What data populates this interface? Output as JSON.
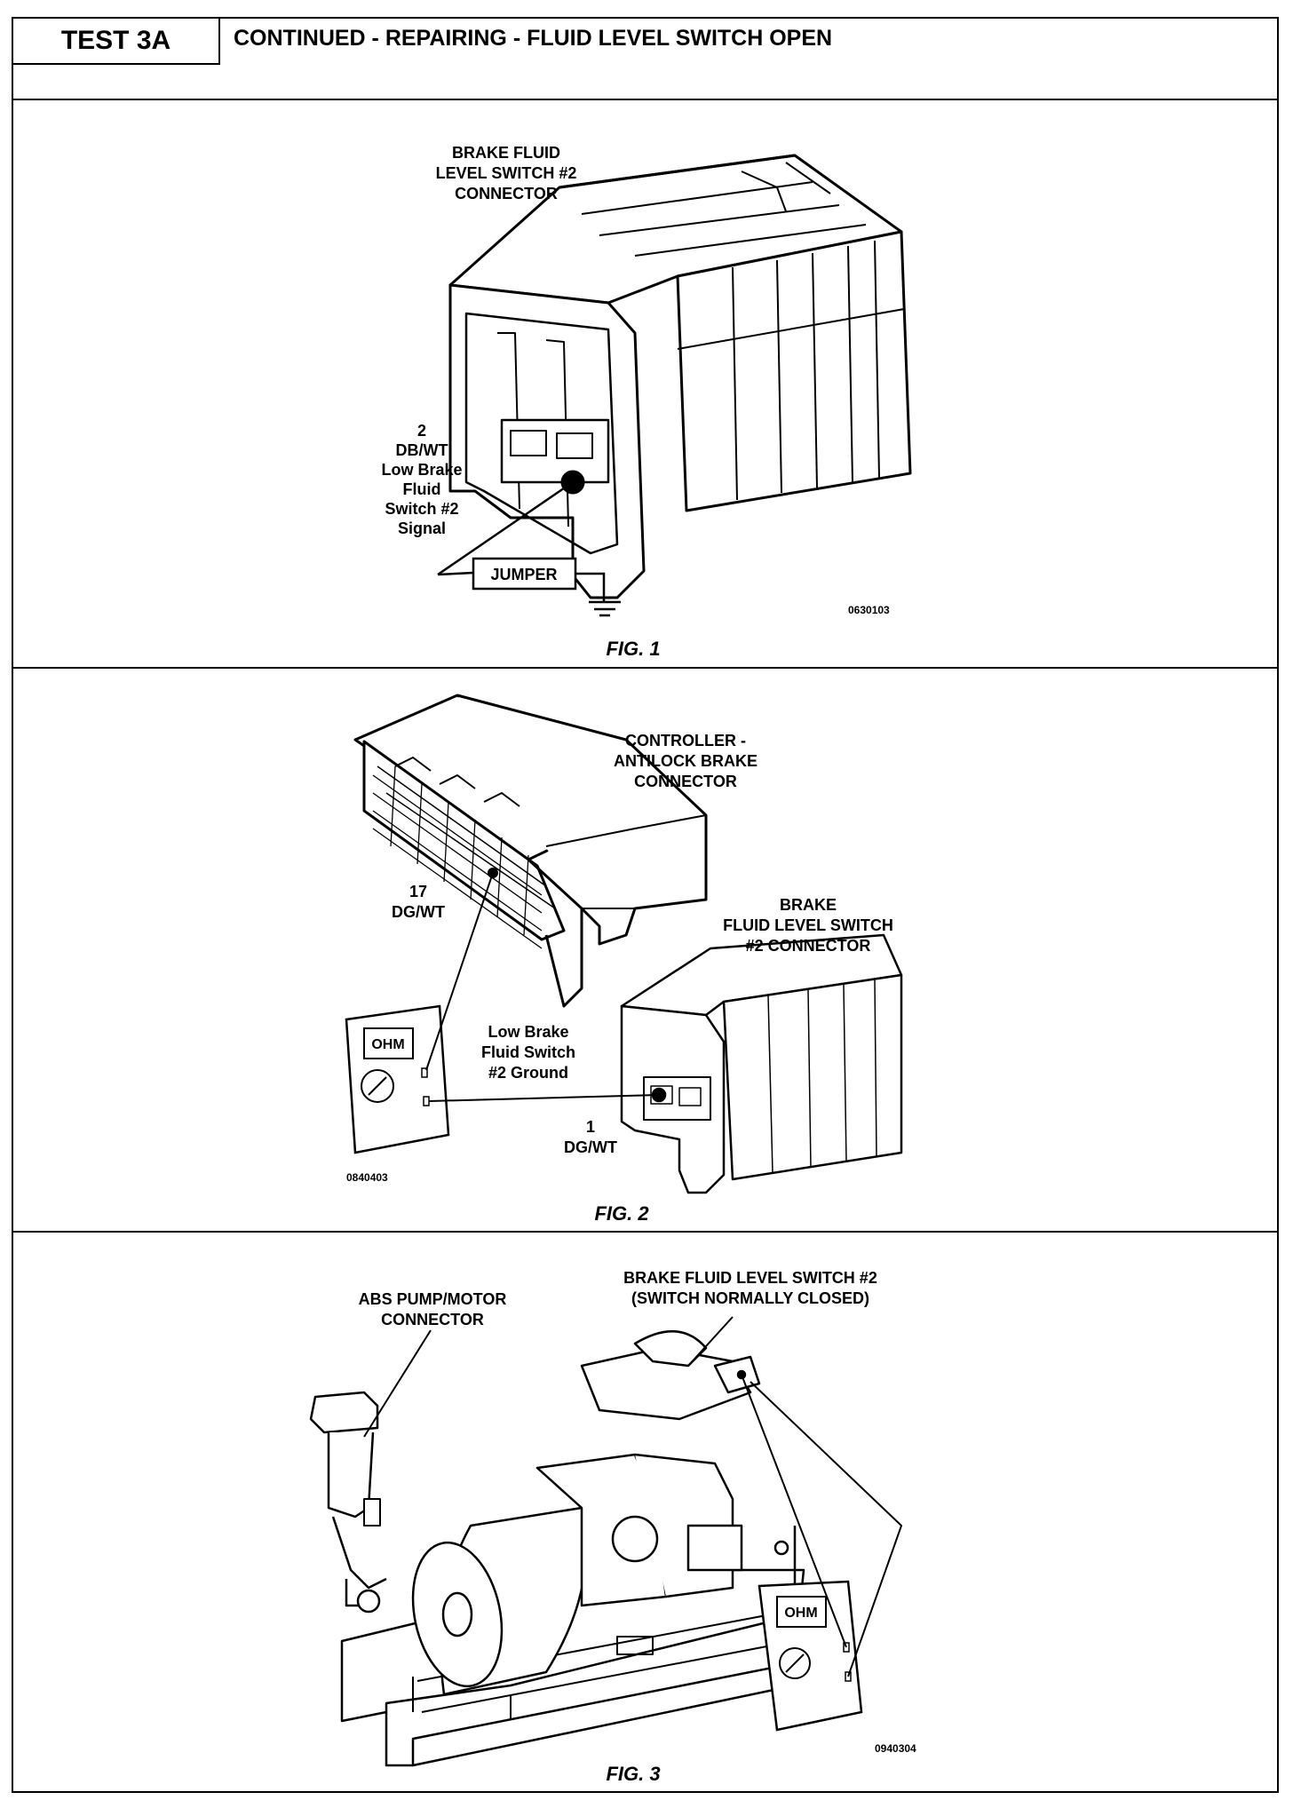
{
  "header": {
    "test_id": "TEST 3A",
    "title": "CONTINUED - REPAIRING - FLUID LEVEL SWITCH OPEN"
  },
  "fig1": {
    "connector_label": [
      "BRAKE FLUID",
      "LEVEL SWITCH #2",
      "CONNECTOR"
    ],
    "pin_label": [
      "2",
      "DB/WT",
      "Low Brake",
      "Fluid",
      "Switch #2",
      "Signal"
    ],
    "jumper": "JUMPER",
    "code": "0630103",
    "caption": "FIG. 1"
  },
  "fig2": {
    "controller_label": [
      "CONTROLLER -",
      "ANTILOCK BRAKE",
      "CONNECTOR"
    ],
    "controller_pin": [
      "17",
      "DG/WT"
    ],
    "switch_connector_label": [
      "BRAKE",
      "FLUID LEVEL SWITCH",
      "#2 CONNECTOR"
    ],
    "ground_label": [
      "Low Brake",
      "Fluid Switch",
      "#2 Ground"
    ],
    "switch_pin": [
      "1",
      "DG/WT"
    ],
    "meter_display": "OHM",
    "code": "0840403",
    "caption": "FIG. 2"
  },
  "fig3": {
    "switch_label": [
      "BRAKE FLUID LEVEL SWITCH #2",
      "(SWITCH NORMALLY CLOSED)"
    ],
    "pump_label": [
      "ABS PUMP/MOTOR",
      "CONNECTOR"
    ],
    "meter_display": "OHM",
    "code": "0940304",
    "caption": "FIG. 3"
  }
}
